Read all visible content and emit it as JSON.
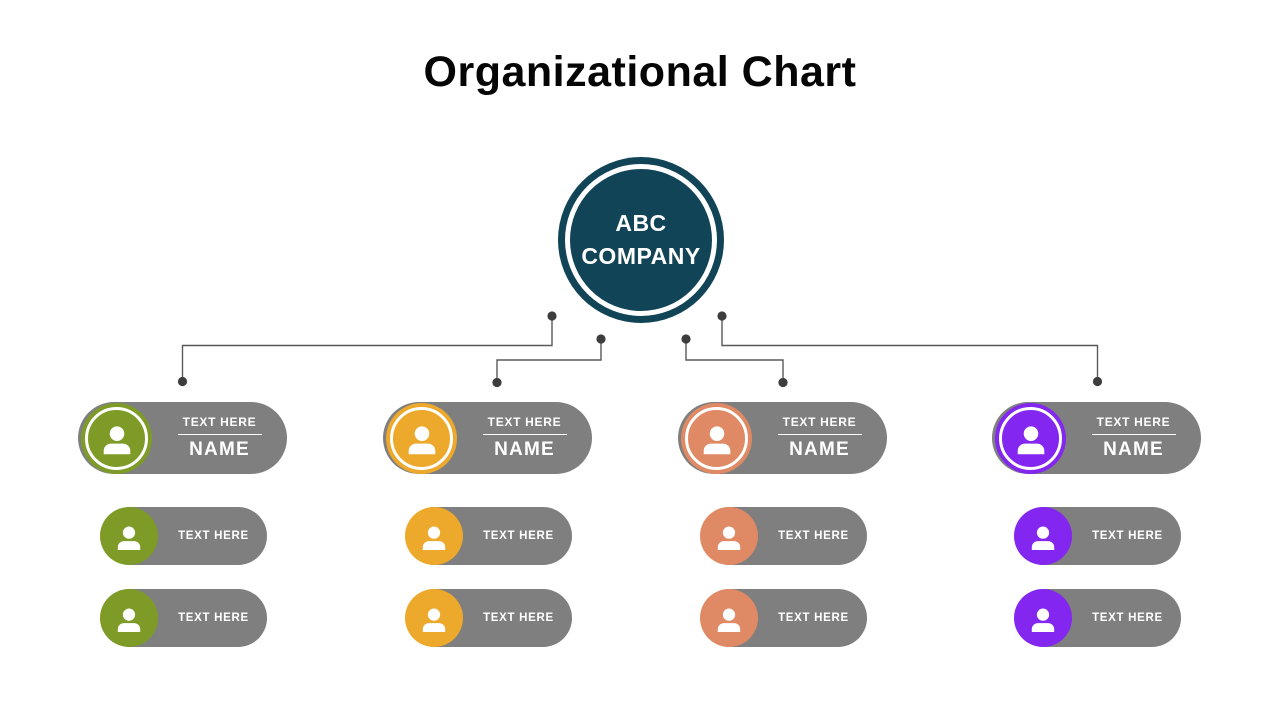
{
  "title": "Organizational Chart",
  "root": {
    "line1": "ABC",
    "line2": "COMPANY",
    "color": "#114457"
  },
  "colors": {
    "pill_gray": "#7f7f7f",
    "connector_line": "#595959",
    "connector_dot": "#3d3d3d",
    "node_text": "#ffffff",
    "title_text": "#050505"
  },
  "columns": [
    {
      "id": "branch-1",
      "color": "#7e9b27",
      "head": {
        "label": "TEXT HERE",
        "name": "NAME"
      },
      "subs": [
        {
          "label": "TEXT HERE"
        },
        {
          "label": "TEXT HERE"
        }
      ]
    },
    {
      "id": "branch-2",
      "color": "#eda92c",
      "head": {
        "label": "TEXT HERE",
        "name": "NAME"
      },
      "subs": [
        {
          "label": "TEXT HERE"
        },
        {
          "label": "TEXT HERE"
        }
      ]
    },
    {
      "id": "branch-3",
      "color": "#df8a64",
      "head": {
        "label": "TEXT HERE",
        "name": "NAME"
      },
      "subs": [
        {
          "label": "TEXT HERE"
        },
        {
          "label": "TEXT HERE"
        }
      ]
    },
    {
      "id": "branch-4",
      "color": "#8226f0",
      "head": {
        "label": "TEXT HERE",
        "name": "NAME"
      },
      "subs": [
        {
          "label": "TEXT HERE"
        },
        {
          "label": "TEXT HERE"
        }
      ]
    }
  ]
}
